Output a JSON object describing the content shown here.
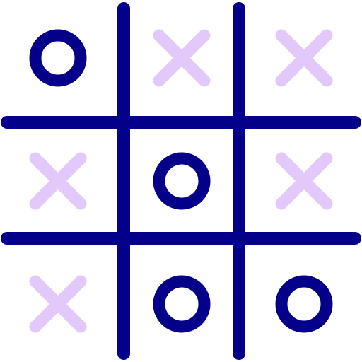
{
  "game": {
    "rows": 3,
    "cols": 3,
    "cells": [
      [
        "O",
        "X",
        "X"
      ],
      [
        "X",
        "O",
        "X"
      ],
      [
        "X",
        "O",
        "O"
      ]
    ]
  },
  "colors": {
    "background": "#ffffff",
    "grid": "#05008a",
    "o_mark": "#05008a",
    "x_mark": "#e2c8fb"
  },
  "icons": {
    "o_mark": "circle-o-icon",
    "x_mark": "cross-x-icon"
  }
}
